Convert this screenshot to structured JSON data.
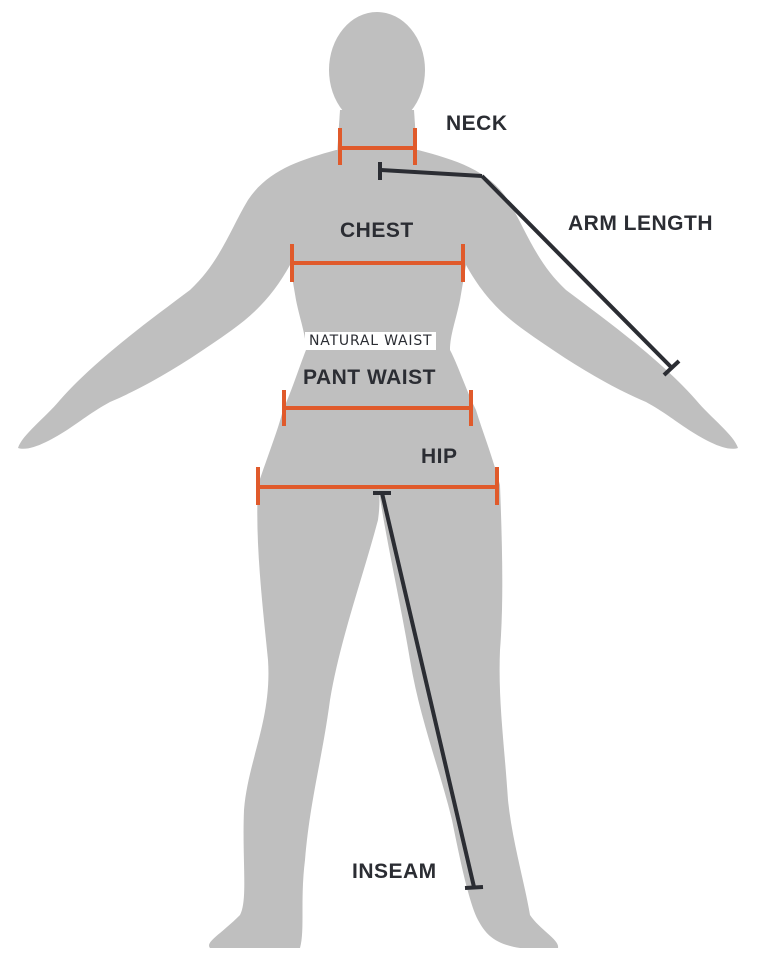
{
  "colors": {
    "silhouette": "#bfbfbf",
    "measure_accent": "#e05a2b",
    "measure_dark": "#2b2d33",
    "label_text": "#2b2d33",
    "background": "#ffffff"
  },
  "labels": {
    "neck": "NECK",
    "arm_length": "ARM LENGTH",
    "chest": "CHEST",
    "natural_waist": "NATURAL WAIST",
    "pant_waist": "PANT WAIST",
    "hip": "HIP",
    "inseam": "INSEAM"
  }
}
